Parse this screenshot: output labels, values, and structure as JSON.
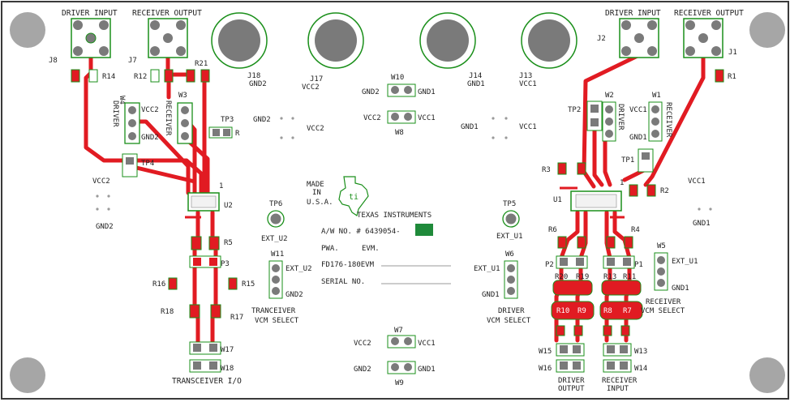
{
  "colors": {
    "board_border": "#3a3a3a",
    "trace": "#e11b22",
    "pad_outline": "#1a8f1a",
    "silk": "#222222",
    "mount_hole": "#a6a6a6",
    "pad_fill": "#ffffff",
    "ident_square": "#1f8a3a"
  },
  "connectors": {
    "j8": {
      "title": "DRIVER INPUT",
      "ref": "J8"
    },
    "j7": {
      "title": "RECEIVER OUTPUT",
      "ref": "J7"
    },
    "j2": {
      "title": "DRIVER INPUT",
      "ref": "J2"
    },
    "j1": {
      "title": "RECEIVER OUTPUT",
      "ref": "J1"
    }
  },
  "banana_jacks": [
    {
      "ref": "J18",
      "net": "GND2"
    },
    {
      "ref": "J17",
      "net": "VCC2"
    },
    {
      "ref": "J14",
      "net": "GND1"
    },
    {
      "ref": "J13",
      "net": "VCC1"
    }
  ],
  "refs": {
    "r14": "R14",
    "r12": "R12",
    "r21": "R21",
    "r1": "R1",
    "w4": "W4",
    "w3": "W3",
    "tp3": "TP3",
    "tp3_r": "R",
    "w4_vcc2": "VCC2",
    "w4_gnd2": "GND2",
    "w4_text": "DRIVER",
    "w3_text": "RECEIVER",
    "tp4": "TP4",
    "vcc2_left": "VCC2",
    "gnd2_left": "GND2",
    "u2": "U2",
    "pin1_left": "1",
    "r5": "R5",
    "p3": "P3",
    "r16": "R16",
    "r15": "R15",
    "r18": "R18",
    "r17": "R17",
    "w17": "W17",
    "w18": "W18",
    "transceiver_io": "TRANSCEIVER I/O",
    "gnd2_mid": "GND2",
    "vcc2_mid": "VCC2",
    "gnd1_mid": "GND1",
    "vcc1_mid": "VCC1",
    "w10": "W10",
    "w10_left": "GND2",
    "w10_right": "GND1",
    "w8": "W8",
    "w8_left": "VCC2",
    "w8_right": "VCC1",
    "tp6": "TP6",
    "ext_u2": "EXT_U2",
    "tp5": "TP5",
    "ext_u1": "EXT_U1",
    "w11": "W11",
    "w11_ext": "EXT_U2",
    "w11_gnd": "GND2",
    "w11_caption1": "TRANCEIVER",
    "w11_caption2": "VCM SELECT",
    "w6": "W6",
    "w6_ext": "EXT_U1",
    "w6_gnd": "GND1",
    "w6_caption1": "DRIVER",
    "w6_caption2": "VCM SELECT",
    "w5": "W5",
    "w5_ext": "EXT_U1",
    "w5_gnd": "GND1",
    "w5_caption1": "RECEIVER",
    "w5_caption2": "VCM SELECT",
    "w7": "W7",
    "w7_left": "VCC2",
    "w7_right": "VCC1",
    "w9": "W9",
    "w9_left": "GND2",
    "w9_right": "GND1",
    "tp2": "TP2",
    "w2": "W2",
    "w1": "W1",
    "w2_text": "DRIVER",
    "w1_text": "RECEIVER",
    "w1_vcc1": "VCC1",
    "w1_gnd1": "GND1",
    "tp1": "TP1",
    "r3": "R3",
    "r2": "R2",
    "pin1_right": "1",
    "u1": "U1",
    "vcc1_right": "VCC1",
    "gnd1_right": "GND1",
    "r6": "R6",
    "r4": "R4",
    "p2": "P2",
    "p1": "P1",
    "r20": "R20",
    "r19": "R19",
    "r13": "R13",
    "r11": "R11",
    "r10": "R10",
    "r9": "R9",
    "r8": "R8",
    "r7": "R7",
    "w15": "W15",
    "w16": "W16",
    "w13": "W13",
    "w14": "W14",
    "driver_output1": "DRIVER",
    "driver_output2": "OUTPUT",
    "receiver_input1": "RECEIVER",
    "receiver_input2": "INPUT"
  },
  "info": {
    "made_in_1": "MADE",
    "made_in_2": "IN",
    "made_in_3": "U.S.A.",
    "company": "TEXAS INSTRUMENTS",
    "aw_no": "A/W NO. # 6439054-",
    "pwa": "PWA.",
    "evm": "EVM.",
    "part": "FD176-180EVM",
    "serial": "SERIAL NO."
  }
}
